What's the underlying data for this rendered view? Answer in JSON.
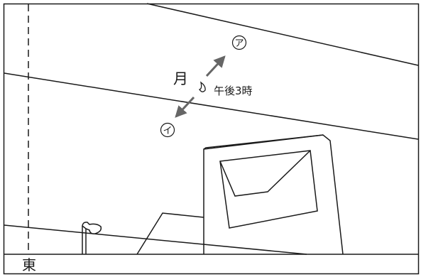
{
  "labels": {
    "moon": "月",
    "time": "午後3時",
    "option_a": "ア",
    "option_b": "イ",
    "direction_east": "東"
  }
}
